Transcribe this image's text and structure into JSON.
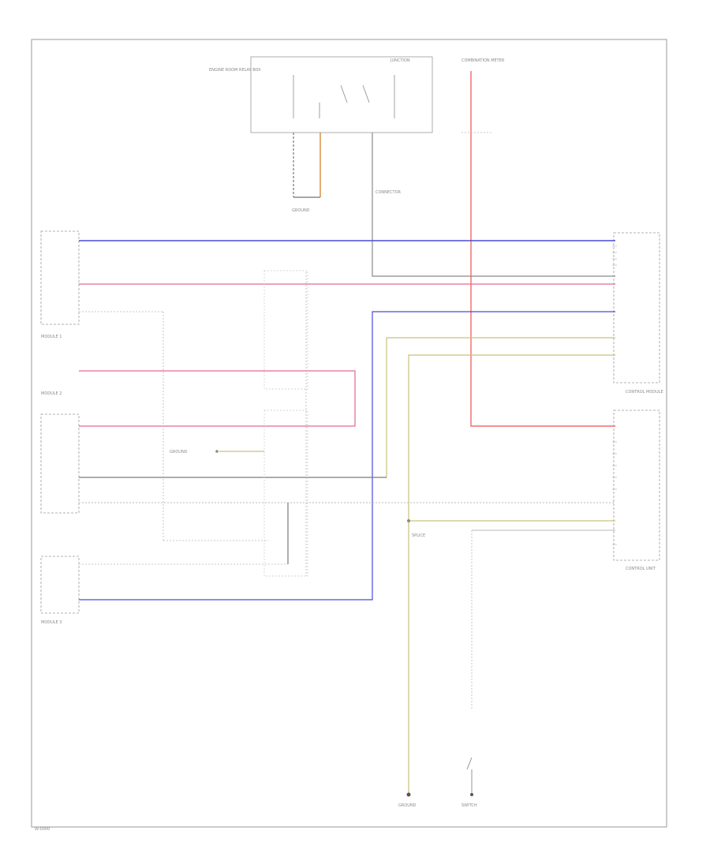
{
  "diagram": {
    "footer_code": "W-0000",
    "labels": {
      "relay_box_title": "ENGINE ROOM RELAY BOX",
      "ground_main": "GROUND",
      "ground_mid": "GROUND",
      "junction_top": "JUNCTION",
      "combo_meter_label": "COMBINATION METER",
      "module_1_label": "MODULE 1",
      "module_2_label": "MODULE 2",
      "module_3_label": "MODULE 3",
      "right_unit_label_a": "CONTROL MODULE",
      "right_unit_label_b": "CONTROL UNIT",
      "splice_label": "SPLICE",
      "bottom_ground_left": "GROUND",
      "bottom_switch_right": "SWITCH",
      "mid_connector_label": "CONNECTOR"
    },
    "wire_colors": {
      "blue": "#4a4ad8",
      "pink": "#e06a90",
      "red": "#f26a6a",
      "yellow": "#c9c27a",
      "gray": "#8a8a8a",
      "light_gray": "#b8b8b8",
      "orange": "#d98a3a"
    }
  }
}
